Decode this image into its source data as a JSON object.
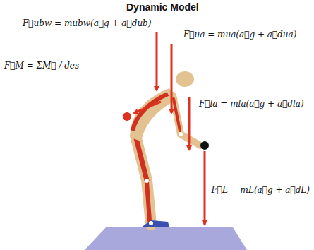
{
  "diagram": {
    "title": "Dynamic Model",
    "labels": [
      "F⃗ubw = mubw(a⃗g + a⃗dub)",
      "F⃗ua = mua(a⃗g + a⃗dua)",
      "F⃗M = ΣM⃗ / des",
      "F⃗la = mla(a⃗g + a⃗dla)",
      "F⃗L = mL(a⃗g + a⃗dL)"
    ]
  }
}
